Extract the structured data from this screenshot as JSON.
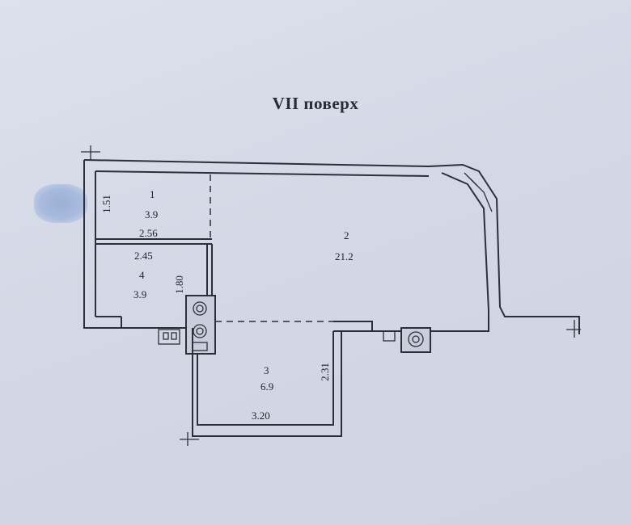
{
  "title": "VII поверх",
  "rooms": [
    {
      "number": "1",
      "area": "3.9"
    },
    {
      "number": "2",
      "area": "21.2"
    },
    {
      "number": "3",
      "area": "6.9"
    },
    {
      "number": "4",
      "area": "3.9"
    }
  ],
  "dimensions": {
    "room1_height": "1.51",
    "room1_width": "2.56",
    "room4_width": "2.45",
    "room4_height": "1.80",
    "room3_height": "2.31",
    "room3_width": "3.20"
  }
}
